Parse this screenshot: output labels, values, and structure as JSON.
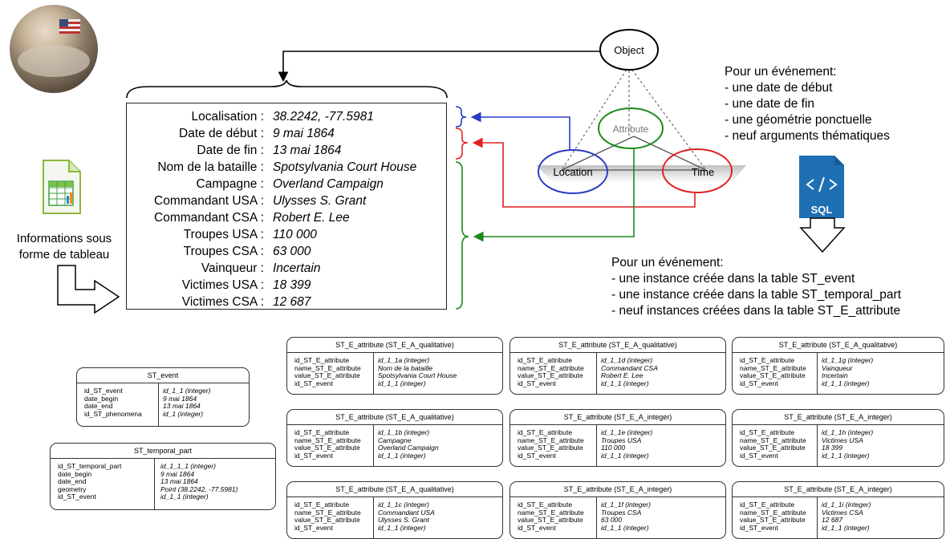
{
  "info_caption_line1": "Informations sous",
  "info_caption_line2": "forme de tableau",
  "info": [
    {
      "label": "Localisation :",
      "value": "38.2242, -77.5981"
    },
    {
      "label": "Date de début :",
      "value": "9 mai 1864"
    },
    {
      "label": "Date de fin :",
      "value": "13 mai 1864"
    },
    {
      "label": "Nom de la bataille :",
      "value": "Spotsylvania Court House"
    },
    {
      "label": "Campagne :",
      "value": "Overland Campaign"
    },
    {
      "label": "Commandant USA :",
      "value": "Ulysses S. Grant"
    },
    {
      "label": "Commandant CSA :",
      "value": "Robert E. Lee"
    },
    {
      "label": "Troupes USA :",
      "value": "110 000"
    },
    {
      "label": "Troupes CSA :",
      "value": "63 000"
    },
    {
      "label": "Vainqueur :",
      "value": "Incertain"
    },
    {
      "label": "Victimes USA :",
      "value": "18 399"
    },
    {
      "label": "Victimes CSA :",
      "value": "12 687"
    }
  ],
  "model": {
    "object": "Object",
    "attribute": "Attribute",
    "location": "Location",
    "time": "Time"
  },
  "sql_label": "SQL",
  "event_requirements": {
    "title": "Pour un événement:",
    "items": [
      "- une date de début",
      "- une date de fin",
      "- une géométrie ponctuelle",
      "- neuf arguments thématiques"
    ]
  },
  "db_instances": {
    "title": "Pour un événement:",
    "items": [
      "- une instance créée dans la table ST_event",
      "- une instance créée dans la table ST_temporal_part",
      "- neuf instances créées dans la table ST_E_attribute"
    ]
  },
  "st_event": {
    "title": "ST_event",
    "keys": [
      "id_ST_event",
      "date_begin",
      "date_end",
      "id_ST_phenomena"
    ],
    "vals": [
      "id_1_1  (integer)",
      "9 mai 1864",
      "13 mai 1864",
      "id_1  (integer)"
    ]
  },
  "st_temporal_part": {
    "title": "ST_temporal_part",
    "keys": [
      "id_ST_temporal_part",
      "date_begin",
      "date_end",
      "geometry",
      "id_ST_event"
    ],
    "vals": [
      "id_1_1_1  (integer)",
      "9 mai 1864",
      "13 mai 1864",
      "Point (38.2242, -77.5981)",
      "id_1_1  (integer)"
    ]
  },
  "attr_keys": [
    "id_ST_E_attribute",
    "name_ST_E_attribute",
    "value_ST_E_attribute",
    "id_ST_event"
  ],
  "attributes": [
    {
      "title": "ST_E_attribute (ST_E_A_qualitative)",
      "vals": [
        "id_1_1a (integer)",
        "Nom de la bataille",
        "Spotsylvania Court House",
        "id_1_1  (integer)"
      ]
    },
    {
      "title": "ST_E_attribute (ST_E_A_qualitative)",
      "vals": [
        "id_1_1d (integer)",
        "Commandant CSA",
        "Robert E. Lee",
        "id_1_1  (integer)"
      ]
    },
    {
      "title": "ST_E_attribute (ST_E_A_qualitative)",
      "vals": [
        "id_1_1g (integer)",
        "Vainqueur",
        "Incertain",
        "id_1_1  (integer)"
      ]
    },
    {
      "title": "ST_E_attribute (ST_E_A_qualitative)",
      "vals": [
        "id_1_1b (integer)",
        "Campagne",
        "Overland Campaign",
        "id_1_1  (integer)"
      ]
    },
    {
      "title": "ST_E_attribute (ST_E_A_integer)",
      "vals": [
        "id_1_1e (integer)",
        "Troupes USA",
        "110 000",
        "id_1_1  (integer)"
      ]
    },
    {
      "title": "ST_E_attribute (ST_E_A_integer)",
      "vals": [
        "id_1_1h (integer)",
        "Victimes USA",
        "18 399",
        "id_1_1  (integer)"
      ]
    },
    {
      "title": "ST_E_attribute (ST_E_A_qualitative)",
      "vals": [
        "id_1_1c (integer)",
        "Commandant USA",
        "Ulysses S. Grant",
        "id_1_1  (integer)"
      ]
    },
    {
      "title": "ST_E_attribute (ST_E_A_integer)",
      "vals": [
        "id_1_1f (integer)",
        "Troupes CSA",
        "63 000",
        "id_1_1  (integer)"
      ]
    },
    {
      "title": "ST_E_attribute (ST_E_A_integer)",
      "vals": [
        "id_1_1i (integer)",
        "Victimes CSA",
        "12 687",
        "id_1_1  (integer)"
      ]
    }
  ],
  "colors": {
    "location": "#2a3bc4",
    "time": "#e02020",
    "attribute": "#1a8a1a",
    "sql_doc": "#1f6fb4"
  }
}
